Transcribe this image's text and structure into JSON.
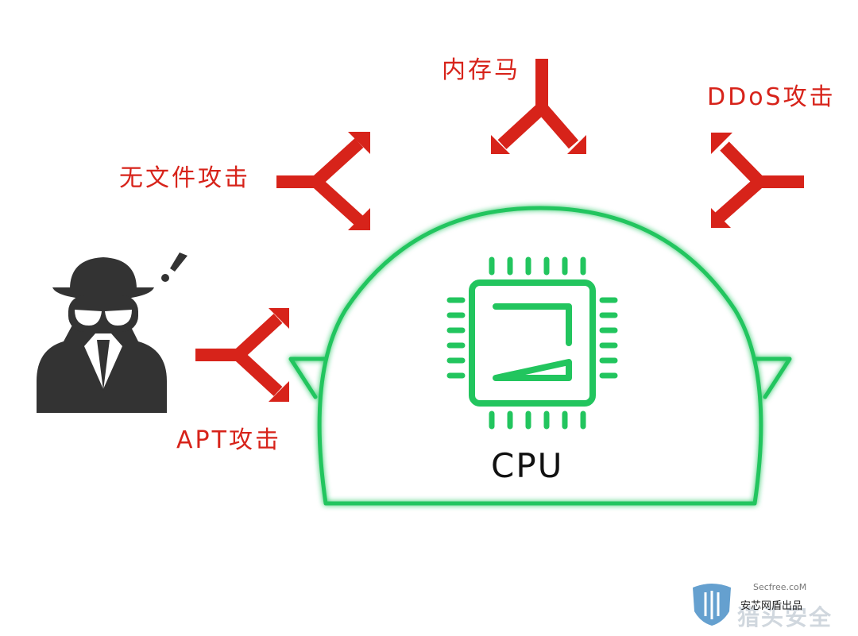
{
  "attacks": {
    "memory_trojan": "内存马",
    "ddos": "DDoS攻击",
    "fileless": "无文件攻击",
    "apt": "APT攻击"
  },
  "cpu": {
    "label": "CPU"
  },
  "watermark": {
    "domain": "Secfree.coM",
    "producer": "安芯网盾出品",
    "brand": "猎头安全"
  },
  "icons": [
    "hacker-icon",
    "exclamation-icon",
    "cpu-chip-icon",
    "shield-logo-icon"
  ],
  "colors": {
    "attack_red": "#d7231a",
    "shield_green": "#22c55e",
    "hacker_dark": "#333333",
    "logo_blue": "#4a8fc7"
  }
}
